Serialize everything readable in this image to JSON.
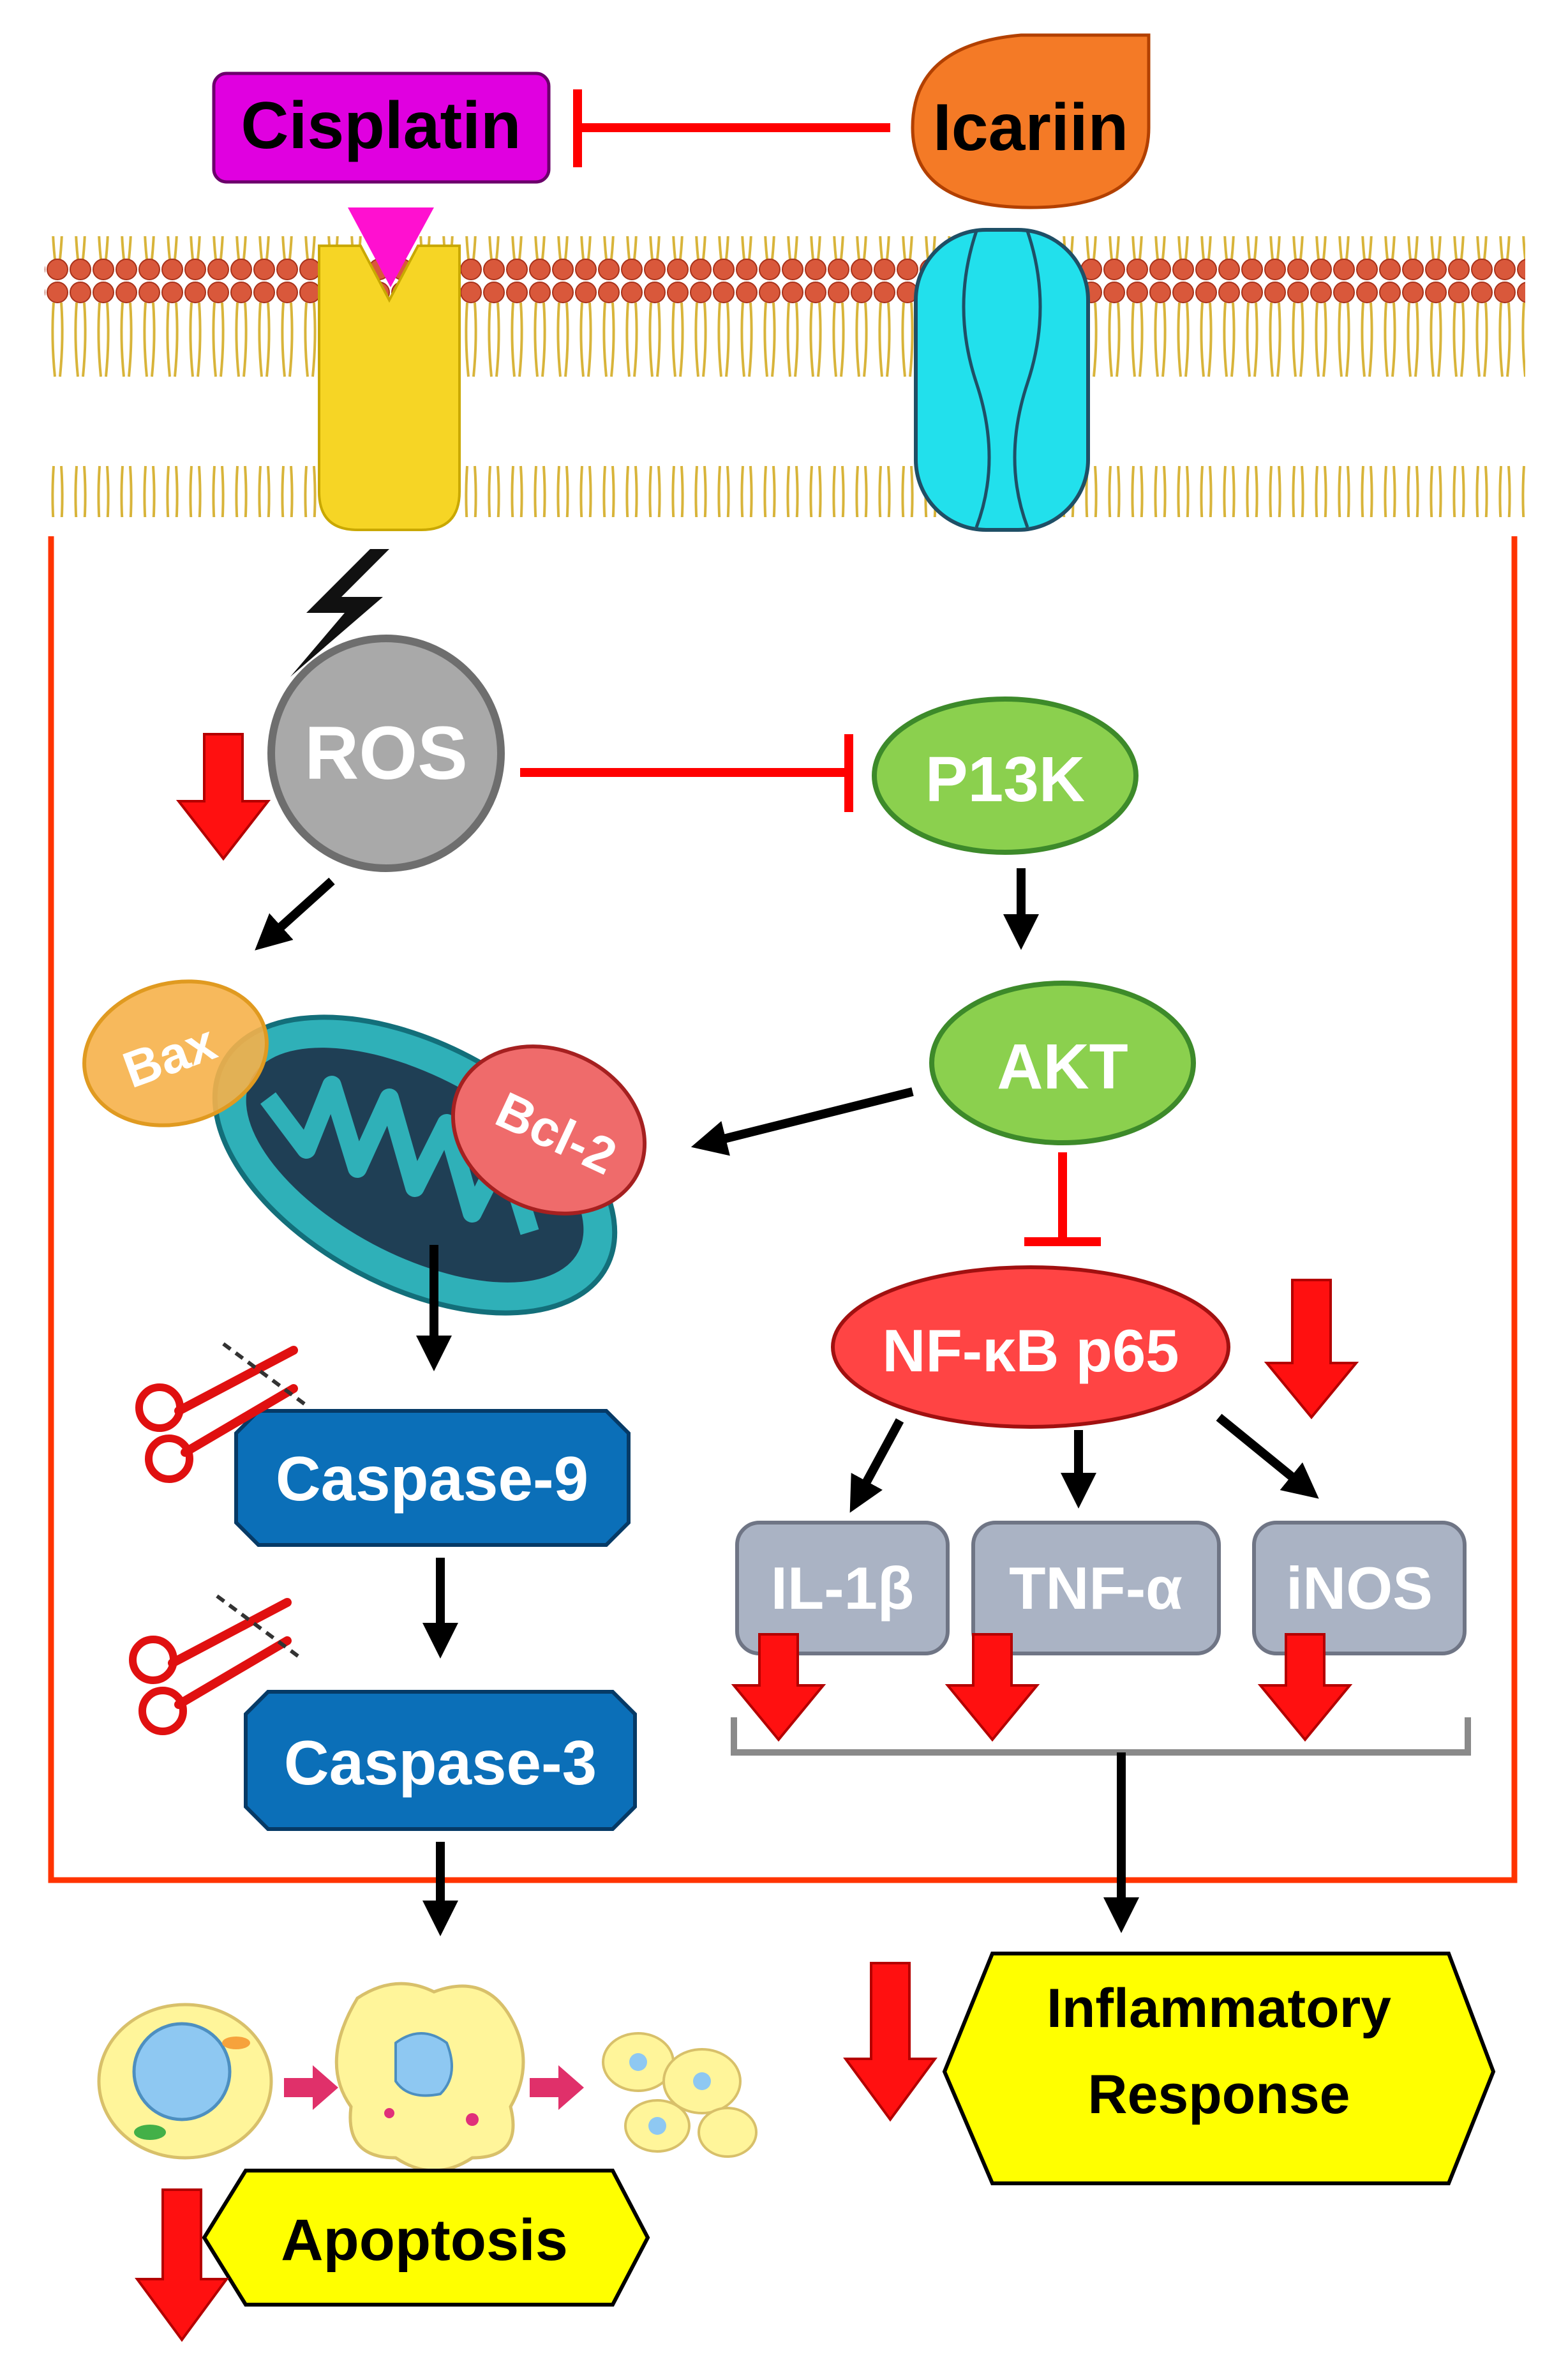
{
  "colors": {
    "inhibit": "#ff0000",
    "cell_border": "#ff3300",
    "cisplatin_fill": "#e000e0",
    "icariin_fill": "#f47a26",
    "receptor_fill": "#f6d525",
    "channel_fill": "#22e0ec",
    "ros_fill": "#a9a9a9",
    "pathway_green": "#8bd04e",
    "bax_fill": "#f6b14a",
    "bcl2_fill": "#ef6b6b",
    "mito_fill": "#2fb0b8",
    "caspase_fill": "#0b6fb8",
    "nfkb_fill": "#ff4444",
    "cytokine_fill": "#aab3c4",
    "outcome_fill": "#ffff00",
    "down_arrow": "#ff1010"
  },
  "labels": {
    "cisplatin": "Cisplatin",
    "icariin": "Icariin",
    "ros": "ROS",
    "pi3k": "P13K",
    "akt": "AKT",
    "bax": "Bax",
    "bcl2": "Bcl-2",
    "caspase9": "Caspase-9",
    "caspase3": "Caspase-3",
    "nfkb": "NF-κB p65",
    "il1b": "IL-1β",
    "tnfa": "TNF-α",
    "inos": "iNOS",
    "inflammatory_line1": "Inflammatory",
    "inflammatory_line2": "Response",
    "apoptosis": "Apoptosis"
  },
  "icons": {
    "scissors": "scissors-icon",
    "lightning": "lightning-bolt-icon",
    "down_arrow": "down-arrow-icon"
  }
}
